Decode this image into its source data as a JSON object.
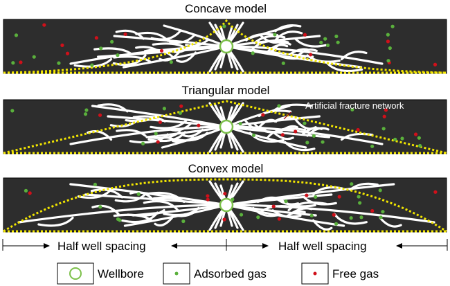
{
  "panels": [
    {
      "title": "Concave model",
      "shape": "concave"
    },
    {
      "title": "Triangular model",
      "shape": "triangular"
    },
    {
      "title": "Convex model",
      "shape": "convex"
    }
  ],
  "annotation": "Artificial fracture network",
  "spacing": {
    "left": "Half well spacing",
    "right": "Half well spacing"
  },
  "legend": [
    {
      "label": "Wellbore",
      "icon": "wellbore-circle-icon"
    },
    {
      "label": "Adsorbed gas",
      "icon": "green-dot-icon"
    },
    {
      "label": "Free gas",
      "icon": "red-dot-icon"
    }
  ],
  "colors": {
    "background": "#2d2d2d",
    "fracture": "#ffffff",
    "envelope": "#f2e600",
    "wellbore": "#7cc04a",
    "adsorbed": "#5ab03c",
    "free": "#d0101a"
  }
}
